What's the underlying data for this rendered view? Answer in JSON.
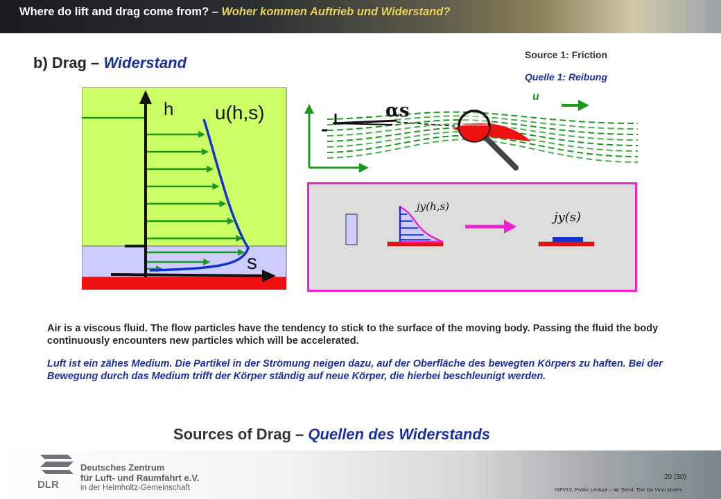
{
  "header": {
    "title_en": "Where do lift and drag come from?",
    "title_sep": " – ",
    "title_de": "Woher kommen Auftrieb und Widerstand?"
  },
  "section": {
    "prefix": "b) Drag – ",
    "title_de": "Widerstand"
  },
  "source": {
    "en": "Source 1: Friction",
    "de": "Quelle 1: Reibung"
  },
  "profile_figure": {
    "h_label": "h",
    "u_label": "u(h,s)",
    "s_label": "s"
  },
  "airfoil_figure": {
    "alpha_label": "αs",
    "u_label": "u"
  },
  "flux_figure": {
    "jy_hs": "jy(h,s)",
    "jy_s": "jy(s)"
  },
  "paragraphs": {
    "en": "Air is a viscous fluid. The flow particles have the tendency to stick to the surface of the moving body. Passing the fluid the body continuously encounters new particles which will be accelerated.",
    "de": "Luft ist ein zähes Medium. Die Partikel in der Strömung neigen dazu, auf der Oberfläche des bewegten Körpers zu haften. Bei der Bewegung durch das Medium trifft der Körper ständig auf neue Körper, die hierbei beschleunigt werden."
  },
  "sources_heading": {
    "en": "Sources of Drag – ",
    "de": "Quellen des Widerstands"
  },
  "footer": {
    "org_line1": "Deutsches Zentrum",
    "org_line2": "für Luft- und Raumfahrt",
    "org_suffix": "e.V.",
    "org_line3": "in der Helmholtz-Gemeinschaft",
    "logo_text": "DLR",
    "page": "20 (30)",
    "credit": "ISFV12, Public Lecture – W. Send, The Da Vinci Vortex"
  },
  "colors": {
    "accent_blue": "#1c2fa0",
    "field_green": "#ccff66",
    "arrow_green": "#1a9a1a",
    "magenta": "#ee22cc",
    "body_red": "#ee1111"
  }
}
